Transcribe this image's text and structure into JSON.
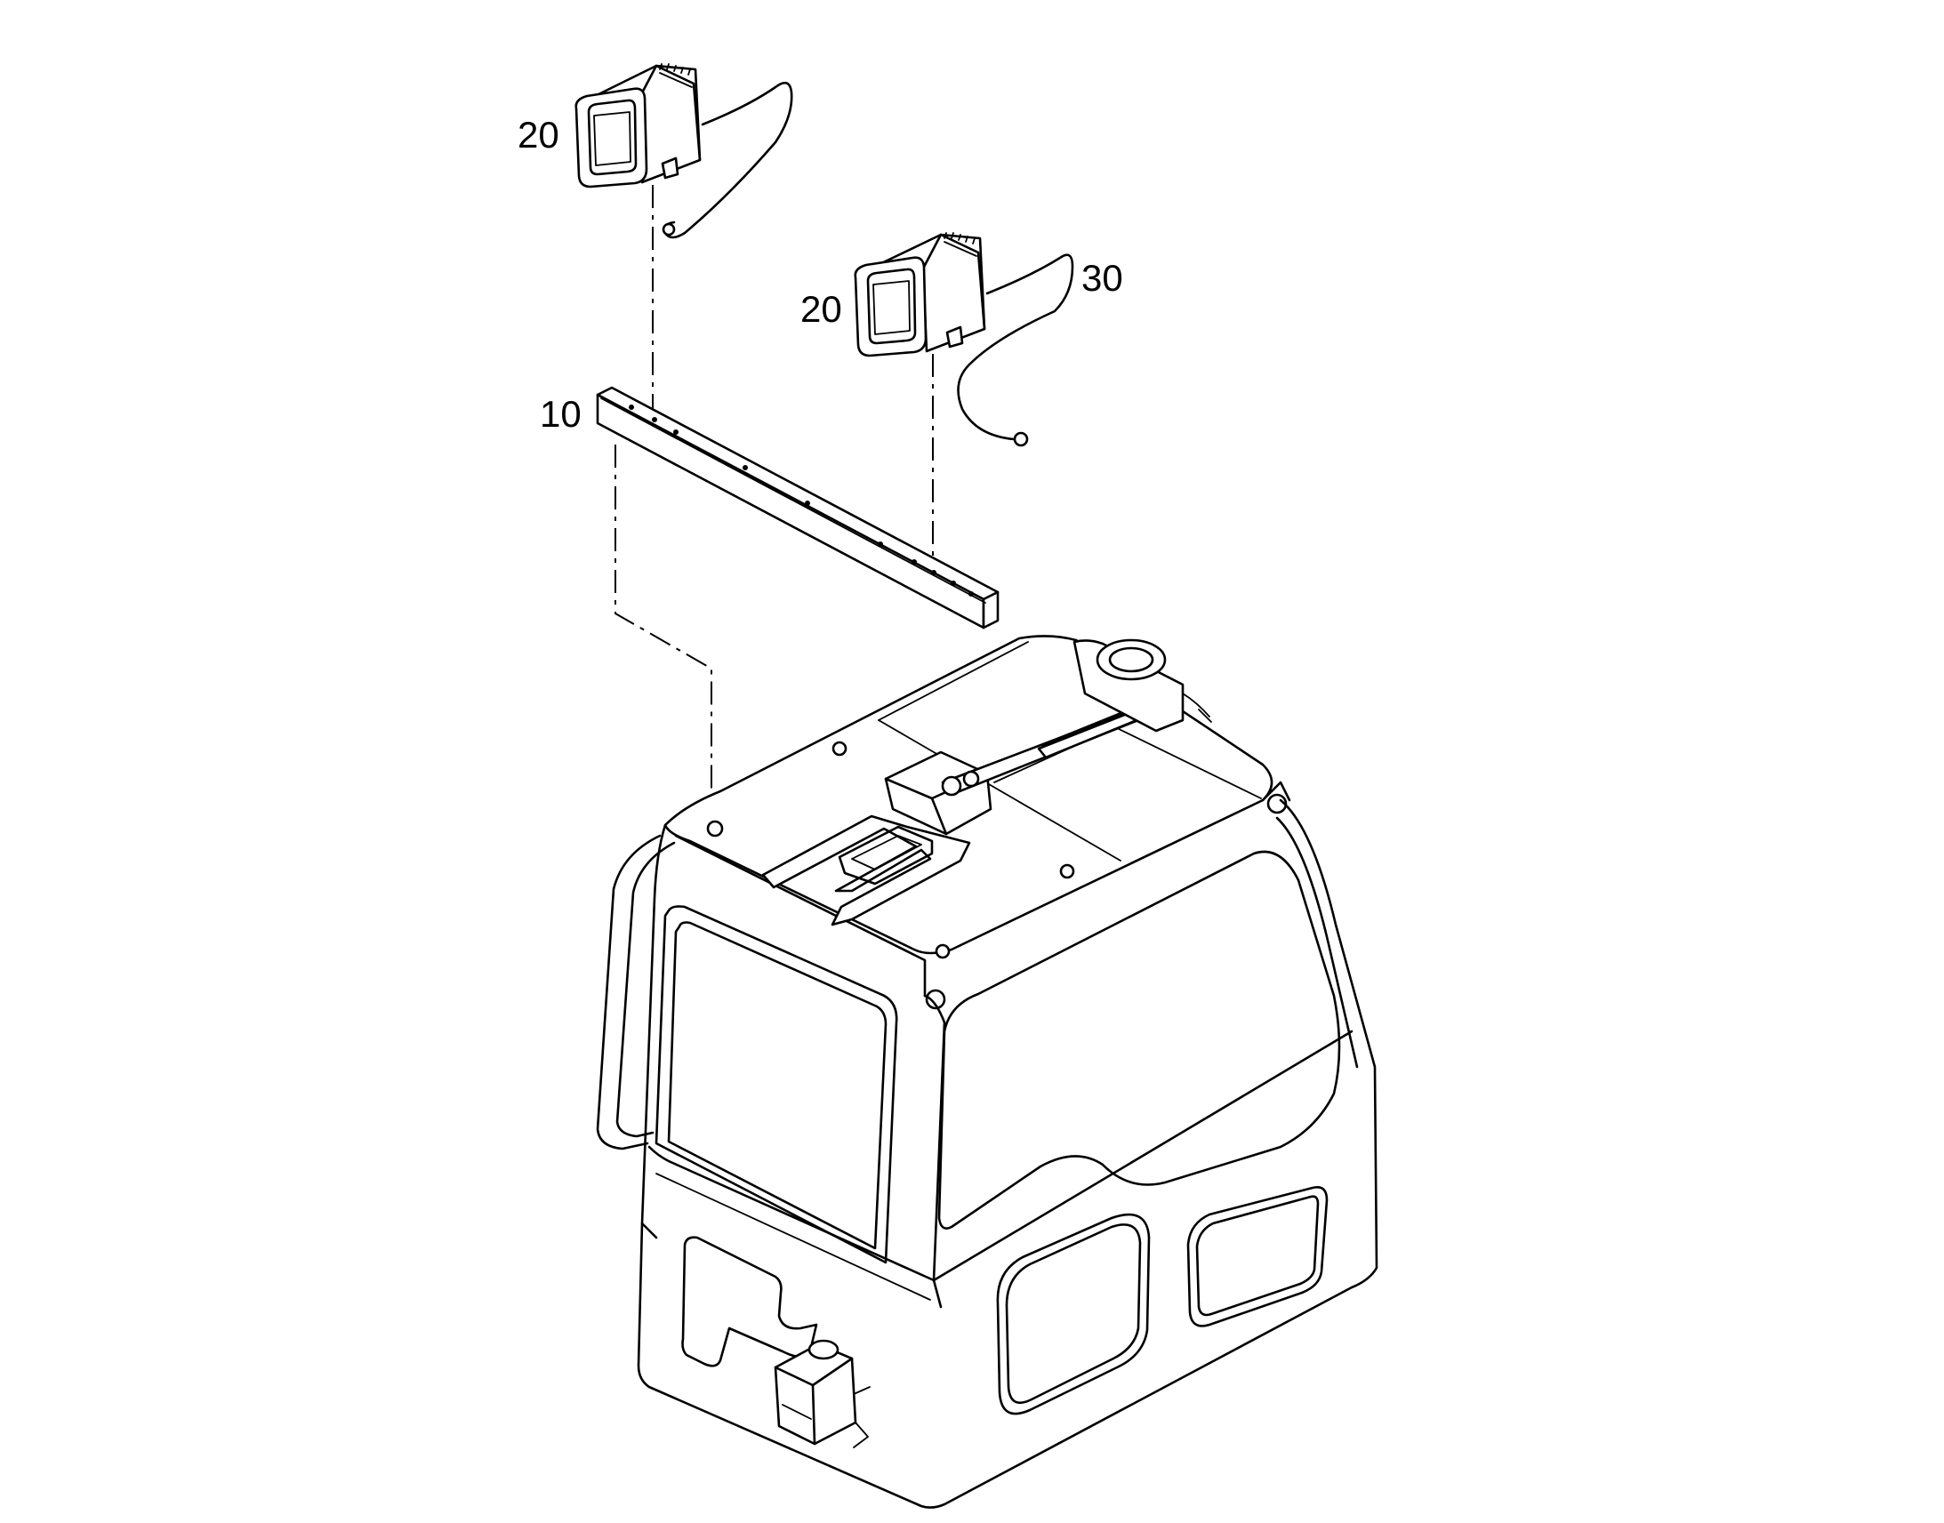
{
  "callouts": {
    "lamp_upper": "20",
    "lamp_lower": "20",
    "harness": "30",
    "bracket": "10"
  },
  "colors": {
    "line": "#000000",
    "background": "#ffffff"
  }
}
